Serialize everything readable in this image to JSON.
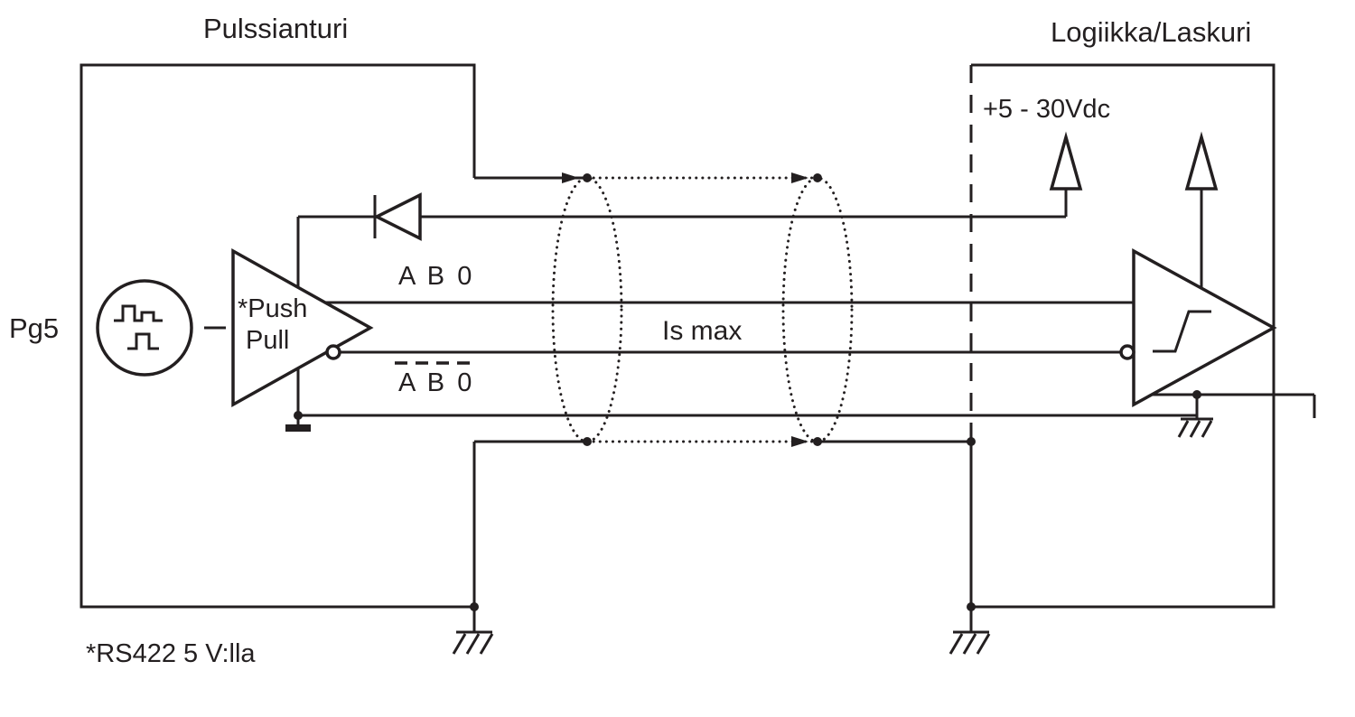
{
  "diagram": {
    "left_title": "Pulssianturi",
    "right_title": "Logiikka/Laskuri",
    "pg5": "Pg5",
    "supply_voltage": "+5 - 30Vdc",
    "driver_label_line1": "*Push",
    "driver_label_line2": "Pull",
    "signals_top": "A B 0",
    "signals_bottom": "A B 0",
    "shield_current": "Is max",
    "footnote": "*RS422 5 V:lla",
    "colors": {
      "ink": "#231f20",
      "background": "#ffffff"
    }
  }
}
